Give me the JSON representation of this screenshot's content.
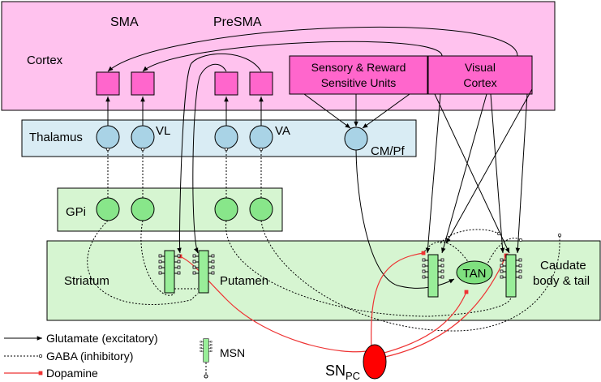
{
  "regions": {
    "cortex": {
      "label": "Cortex",
      "fill": "#ffc2ee"
    },
    "thalamus": {
      "label": "Thalamus",
      "fill": "#d9ecf4"
    },
    "gpi": {
      "label": "GPi",
      "fill": "#d6f5d1"
    },
    "striatum": {
      "label": "Striatum",
      "fill": "#d6f5d1"
    }
  },
  "labels": {
    "sma": "SMA",
    "presma": "PreSMA",
    "vl": "VL",
    "va": "VA",
    "cmpf": "CM/Pf",
    "putamen": "Putamen",
    "caudate_line1": "Caudate",
    "caudate_line2": "body & tail",
    "sensory_line1": "Sensory & Reward",
    "sensory_line2": "Sensitive Units",
    "visual_line1": "Visual",
    "visual_line2": "Cortex",
    "tan": "TAN",
    "snpc_main": "SN",
    "snpc_sub": "PC"
  },
  "legend": {
    "glutamate": "Glutamate (excitatory)",
    "gaba": "GABA (inhibitory)",
    "dopamine": "Dopamine",
    "msn": "MSN"
  },
  "colors": {
    "cortex_unit": "#ff66cc",
    "thalamic_nucleus": "#a9d3e6",
    "gpi_nucleus": "#88e68a",
    "msn_body": "#99ee99",
    "tan": "#7fe07f",
    "snpc": "#ff0000",
    "dopamine_line": "#ee3333"
  }
}
